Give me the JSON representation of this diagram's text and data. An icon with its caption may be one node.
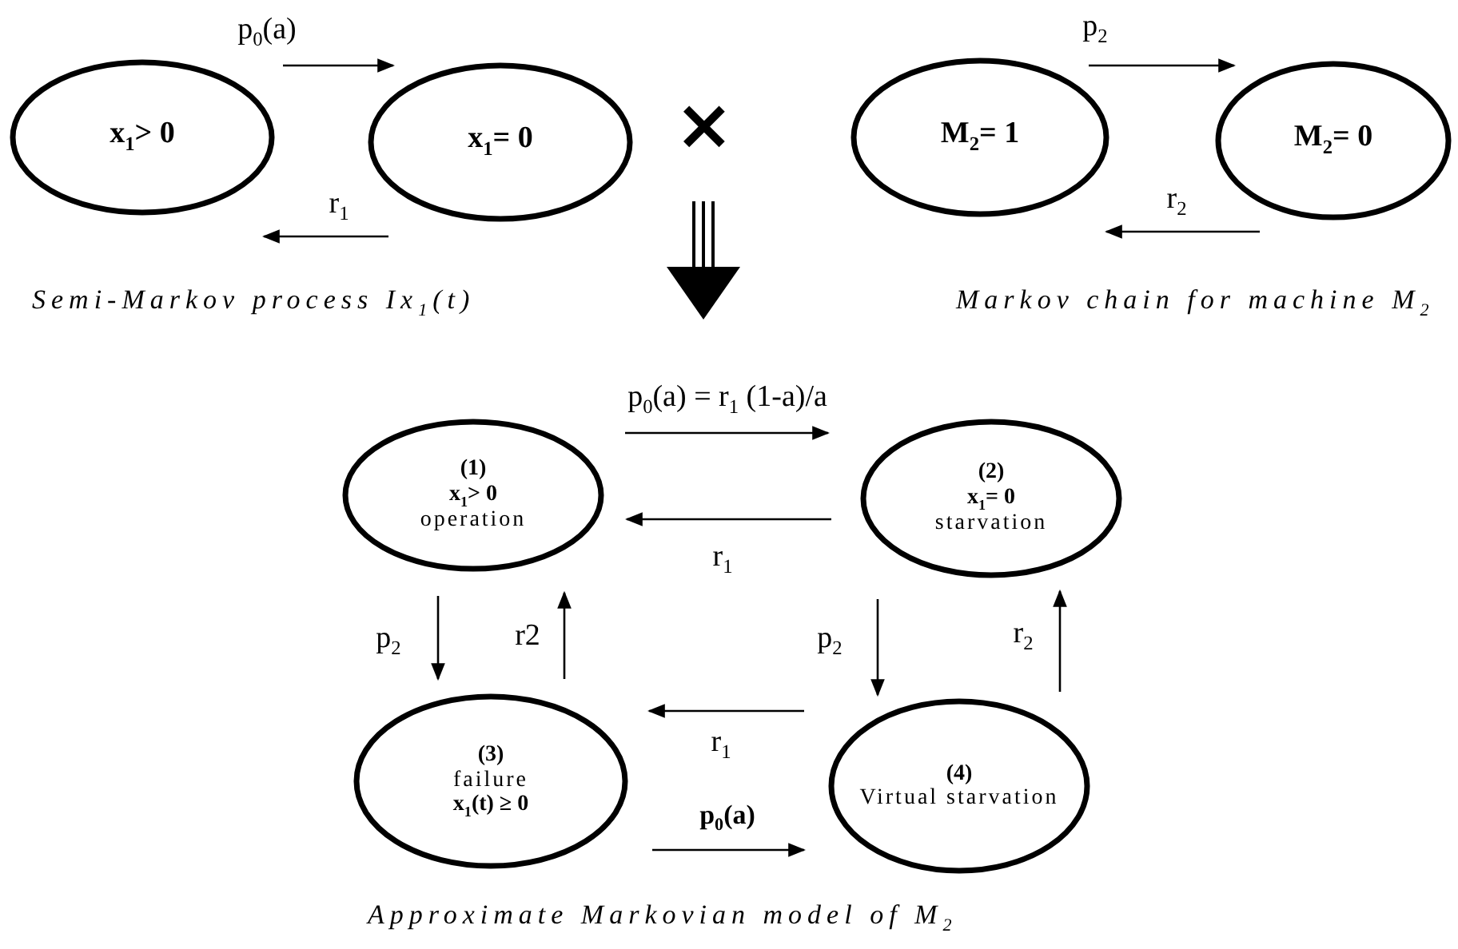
{
  "diagram": {
    "nodes": [
      {
        "text": [
          "x$_{1}$> 0"
        ]
      },
      {
        "text": [
          "x$_{1}$= 0"
        ]
      },
      {
        "text": [
          "M$_{2}$= 1"
        ]
      },
      {
        "text": [
          "M$_{2}$= 0"
        ]
      },
      {
        "text": [
          "(1)",
          "x$_{1}$> 0",
          "operation"
        ]
      },
      {
        "text": [
          "(2)",
          "x$_{1}$= 0",
          "starvation"
        ]
      },
      {
        "text": [
          "(3)",
          "failure",
          "x$_{1}$(t) ≥ 0"
        ]
      },
      {
        "text": [
          "(4)",
          "Virtual starvation"
        ]
      }
    ],
    "edges": [
      {
        "from": 0,
        "to": 1,
        "arrow": "to",
        "label": "p$_{0}$(a)"
      },
      {
        "from": 1,
        "to": 0,
        "arrow": "to",
        "label": "r$_{1}$"
      },
      {
        "from": 2,
        "to": 3,
        "arrow": "to",
        "label": "p$_{2}$"
      },
      {
        "from": 3,
        "to": 2,
        "arrow": "to",
        "label": "r$_{2}$"
      },
      {
        "from": 4,
        "to": 5,
        "arrow": "to",
        "label": "p$_{0}$(a) = r$_{1}$ (1-a)/a"
      },
      {
        "from": 5,
        "to": 4,
        "arrow": "to",
        "label": "r$_{1}$"
      },
      {
        "from": 4,
        "to": 6,
        "arrow": "to",
        "label": "p$_{2}$"
      },
      {
        "from": 6,
        "to": 4,
        "arrow": "to",
        "label": "r2"
      },
      {
        "from": 5,
        "to": 7,
        "arrow": "to",
        "label": "p$_{2}$"
      },
      {
        "from": 7,
        "to": 5,
        "arrow": "to",
        "label": "r$_{2}$"
      },
      {
        "from": 7,
        "to": 6,
        "arrow": "to",
        "label": "r$_{1}$"
      },
      {
        "from": 6,
        "to": 7,
        "arrow": "to",
        "label": "p$_{0}$(a)"
      }
    ],
    "labels": [
      "×",
      "Semi-Markov process Ix$_{1}$(t)",
      "Markov chain for machine M$_{2}$",
      "Approximate Markovian model of M$_{2}$"
    ]
  }
}
